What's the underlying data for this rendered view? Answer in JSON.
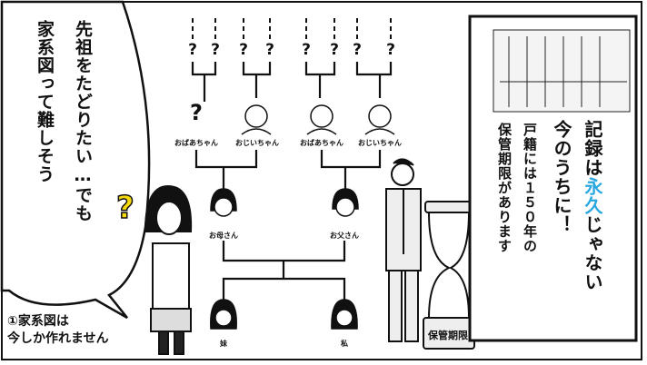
{
  "speech_bubble": {
    "line1": "先祖をたどりたい…でも",
    "line2": "家系図って難しそう"
  },
  "caption": {
    "line1": "①家系図は",
    "line2": "今しか作れません"
  },
  "family_tree": {
    "unknown_mark": "?",
    "grandparents": [
      {
        "label": "おばあちゃん",
        "unknown": true
      },
      {
        "label": "おじいちゃん",
        "unknown": false
      },
      {
        "label": "おばあちゃん",
        "unknown": false
      },
      {
        "label": "おじいちゃん",
        "unknown": false
      }
    ],
    "parents": [
      {
        "label": "お母さん"
      },
      {
        "label": "お父さん"
      }
    ],
    "children": [
      {
        "label": "妹"
      },
      {
        "label": "私"
      }
    ]
  },
  "info_box": {
    "headline_pre": "記録は",
    "headline_highlight": "永久",
    "headline_post": "じゃない",
    "headline2": "今のうちに！",
    "body1": "戸籍には１５０年の",
    "body2": "保管期限があります",
    "highlight_color": "#2aa7df"
  },
  "hourglass": {
    "label": "保管期限"
  }
}
